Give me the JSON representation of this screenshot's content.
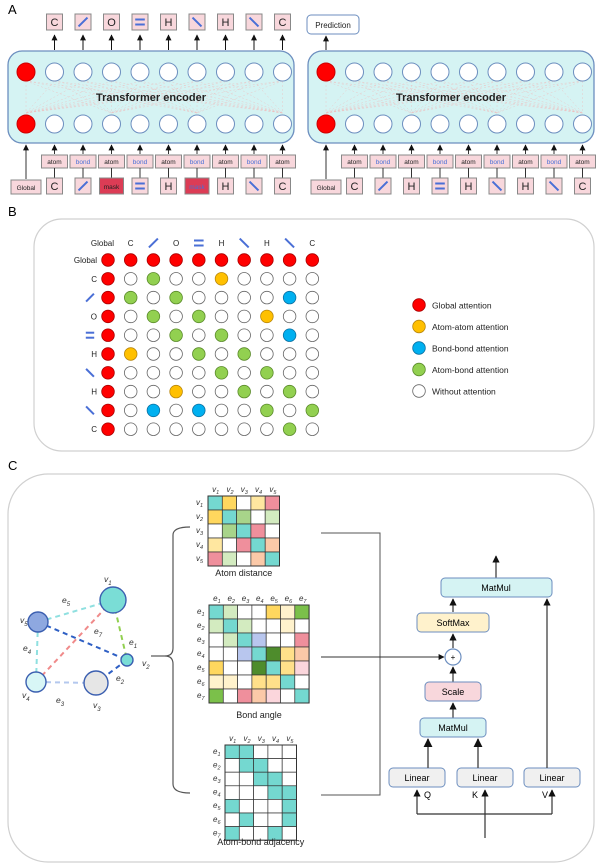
{
  "panel_labels": {
    "a": "A",
    "b": "B",
    "c": "C"
  },
  "colors": {
    "global": "#ff0000",
    "atom_atom": "#ffc000",
    "bond_bond": "#00b0f0",
    "atom_bond": "#92d050",
    "none": "#ffffff",
    "encoder_fill": "#d5f3f3",
    "encoder_stroke": "#6c8ebf",
    "token_fill": "#f8d7dc",
    "mask_fill": "#dc3c55",
    "bond_text": "#4a6fd6"
  },
  "panel_a": {
    "left": {
      "encoder_title": "Transformer encoder",
      "outputs": [
        "C",
        "/",
        "O",
        "=",
        "H",
        "\\",
        "H",
        "\\",
        "C"
      ],
      "types": [
        "atom",
        "bond",
        "atom",
        "bond",
        "atom",
        "bond",
        "atom",
        "bond",
        "atom"
      ],
      "inputs": [
        "Global",
        "C",
        "/",
        "mask",
        "=",
        "H",
        "mask",
        "H",
        "\\",
        "C"
      ]
    },
    "right": {
      "encoder_title": "Transformer encoder",
      "prediction_label": "Prediction",
      "types": [
        "atom",
        "bond",
        "atom",
        "bond",
        "atom",
        "bond",
        "atom",
        "bond",
        "atom"
      ],
      "inputs": [
        "Global",
        "C",
        "/",
        "H",
        "=",
        "H",
        "\\",
        "H",
        "\\",
        "C"
      ]
    }
  },
  "panel_b": {
    "tokens": [
      "Global",
      "C",
      "/",
      "O",
      "=",
      "H",
      "\\",
      "H",
      "\\",
      "C"
    ],
    "matrix": [
      [
        "R",
        "R",
        "R",
        "R",
        "R",
        "R",
        "R",
        "R",
        "R",
        "R"
      ],
      [
        "R",
        "W",
        "G",
        "W",
        "W",
        "Y",
        "W",
        "W",
        "W",
        "W"
      ],
      [
        "R",
        "G",
        "W",
        "G",
        "W",
        "W",
        "W",
        "W",
        "B",
        "W"
      ],
      [
        "R",
        "W",
        "G",
        "W",
        "G",
        "W",
        "W",
        "Y",
        "W",
        "W"
      ],
      [
        "R",
        "W",
        "W",
        "G",
        "W",
        "G",
        "W",
        "W",
        "B",
        "W"
      ],
      [
        "R",
        "Y",
        "W",
        "W",
        "G",
        "W",
        "G",
        "W",
        "W",
        "W"
      ],
      [
        "R",
        "W",
        "W",
        "W",
        "W",
        "G",
        "W",
        "G",
        "W",
        "W"
      ],
      [
        "R",
        "W",
        "W",
        "Y",
        "W",
        "W",
        "G",
        "W",
        "G",
        "W"
      ],
      [
        "R",
        "W",
        "B",
        "W",
        "B",
        "W",
        "W",
        "G",
        "W",
        "G"
      ],
      [
        "R",
        "W",
        "W",
        "W",
        "W",
        "W",
        "W",
        "W",
        "G",
        "W"
      ]
    ],
    "legend": [
      {
        "key": "R",
        "label": "Global attention"
      },
      {
        "key": "Y",
        "label": "Atom-atom attention"
      },
      {
        "key": "B",
        "label": "Bond-bond attention"
      },
      {
        "key": "G",
        "label": "Atom-bond attention"
      },
      {
        "key": "W",
        "label": "Without attention"
      }
    ]
  },
  "panel_c": {
    "graph": {
      "nodes": [
        {
          "id": "v1",
          "label": "v",
          "sub": "1",
          "fill": "#7addd6"
        },
        {
          "id": "v2",
          "label": "v",
          "sub": "2",
          "fill": "#7addd6"
        },
        {
          "id": "v3",
          "label": "v",
          "sub": "3",
          "fill": "#e6e6e6"
        },
        {
          "id": "v4",
          "label": "v",
          "sub": "4",
          "fill": "#d8f6f6"
        },
        {
          "id": "v5",
          "label": "v",
          "sub": "5",
          "fill": "#8ea8e0"
        }
      ],
      "edges": [
        {
          "id": "e1",
          "from": "v1",
          "to": "v2",
          "color": "#92d050",
          "label": "e",
          "sub": "1"
        },
        {
          "id": "e2",
          "from": "v2",
          "to": "v3",
          "color": "#2e5fc4",
          "label": "e",
          "sub": "2"
        },
        {
          "id": "e3",
          "from": "v3",
          "to": "v4",
          "color": "#b4c8ee",
          "label": "e",
          "sub": "3"
        },
        {
          "id": "e4",
          "from": "v4",
          "to": "v5",
          "color": "#8fe0e0",
          "label": "e",
          "sub": "4"
        },
        {
          "id": "e5",
          "from": "v5",
          "to": "v1",
          "color": "#8fe0e0",
          "label": "e",
          "sub": "5"
        },
        {
          "id": "e6",
          "from": "v5",
          "to": "v2",
          "color": "#2e5fc4",
          "label": "e",
          "sub": "6"
        },
        {
          "id": "e7",
          "from": "v1",
          "to": "v4",
          "color": "#f08a8a",
          "label": "e",
          "sub": "7"
        }
      ]
    },
    "palette": {
      "T": "#74d8d0",
      "K": "#ffd75e",
      "L": "#ffe7a0",
      "P": "#ef8f9c",
      "G": "#a8d48a",
      "g": "#d3ebc0",
      "E": "#fbc9a8",
      "W": "#ffffff",
      "D": "#4e8c2c",
      "M": "#7bc04a",
      "U": "#b8c6ee",
      "Y": "#fff2cc",
      "X": "#ffe08a",
      "Q": "#fbd6dc"
    },
    "atom_distance": {
      "title": "Atom distance",
      "row_labels": [
        "1",
        "2",
        "3",
        "4",
        "5"
      ],
      "col_labels": [
        "1",
        "2",
        "3",
        "4",
        "5"
      ],
      "row_prefix": "v",
      "col_prefix": "v",
      "cells": [
        [
          "T",
          "K",
          "W",
          "L",
          "P"
        ],
        [
          "K",
          "T",
          "G",
          "W",
          "g"
        ],
        [
          "W",
          "G",
          "T",
          "P",
          "W"
        ],
        [
          "L",
          "W",
          "P",
          "T",
          "E"
        ],
        [
          "P",
          "g",
          "W",
          "E",
          "T"
        ]
      ]
    },
    "bond_angle": {
      "title": "Bond angle",
      "row_labels": [
        "1",
        "2",
        "3",
        "4",
        "5",
        "6",
        "7"
      ],
      "col_labels": [
        "1",
        "2",
        "3",
        "4",
        "5",
        "6",
        "7"
      ],
      "row_prefix": "e",
      "col_prefix": "e",
      "cells": [
        [
          "T",
          "g",
          "W",
          "W",
          "K",
          "Y",
          "M"
        ],
        [
          "g",
          "T",
          "g",
          "W",
          "W",
          "Y",
          "W"
        ],
        [
          "W",
          "g",
          "T",
          "U",
          "W",
          "W",
          "P"
        ],
        [
          "W",
          "W",
          "U",
          "T",
          "D",
          "X",
          "E"
        ],
        [
          "K",
          "W",
          "W",
          "D",
          "T",
          "X",
          "Q"
        ],
        [
          "Y",
          "Y",
          "W",
          "X",
          "X",
          "T",
          "W"
        ],
        [
          "M",
          "W",
          "P",
          "E",
          "Q",
          "W",
          "T"
        ]
      ]
    },
    "adjacency": {
      "title": "Atom-bond adjacency",
      "row_labels": [
        "1",
        "2",
        "3",
        "4",
        "5",
        "6",
        "7"
      ],
      "col_labels": [
        "1",
        "2",
        "3",
        "4",
        "5"
      ],
      "row_prefix": "e",
      "col_prefix": "v",
      "cells": [
        [
          "T",
          "T",
          "W",
          "W",
          "W"
        ],
        [
          "W",
          "T",
          "T",
          "W",
          "W"
        ],
        [
          "W",
          "W",
          "T",
          "T",
          "W"
        ],
        [
          "W",
          "W",
          "W",
          "T",
          "T"
        ],
        [
          "T",
          "W",
          "W",
          "W",
          "T"
        ],
        [
          "W",
          "T",
          "W",
          "W",
          "T"
        ],
        [
          "T",
          "W",
          "W",
          "T",
          "W"
        ]
      ]
    },
    "attention_block": {
      "matmul_top": "MatMul",
      "softmax": "SoftMax",
      "plus": "+",
      "scale": "Scale",
      "matmul_bottom": "MatMul",
      "linears": [
        "Linear",
        "Linear",
        "Linear"
      ],
      "qkv": [
        "Q",
        "K",
        "V"
      ]
    }
  }
}
